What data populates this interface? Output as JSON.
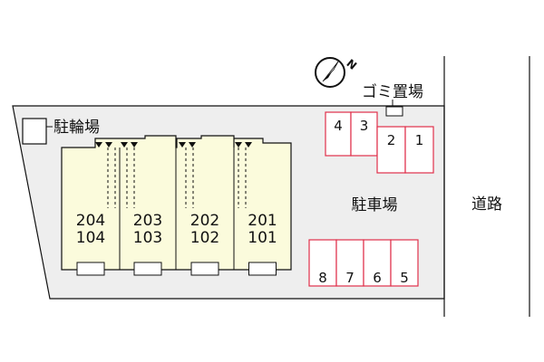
{
  "labels": {
    "bicycle_parking": "駐輪場",
    "garbage": "ゴミ置場",
    "parking": "駐車場",
    "road": "道路",
    "compass_letter": "N"
  },
  "units": [
    {
      "upper": "204",
      "lower": "104"
    },
    {
      "upper": "203",
      "lower": "103"
    },
    {
      "upper": "202",
      "lower": "102"
    },
    {
      "upper": "201",
      "lower": "101"
    }
  ],
  "parking_spaces": {
    "top": [
      "4",
      "3",
      "2",
      "1"
    ],
    "bottom": [
      "8",
      "7",
      "6",
      "5"
    ]
  },
  "colors": {
    "lot_fill": "#eeeeee",
    "building_fill": "#fbfbdc",
    "parking_stroke": "#e0304a",
    "parking_fill": "#ffffff",
    "line": "#111111"
  }
}
